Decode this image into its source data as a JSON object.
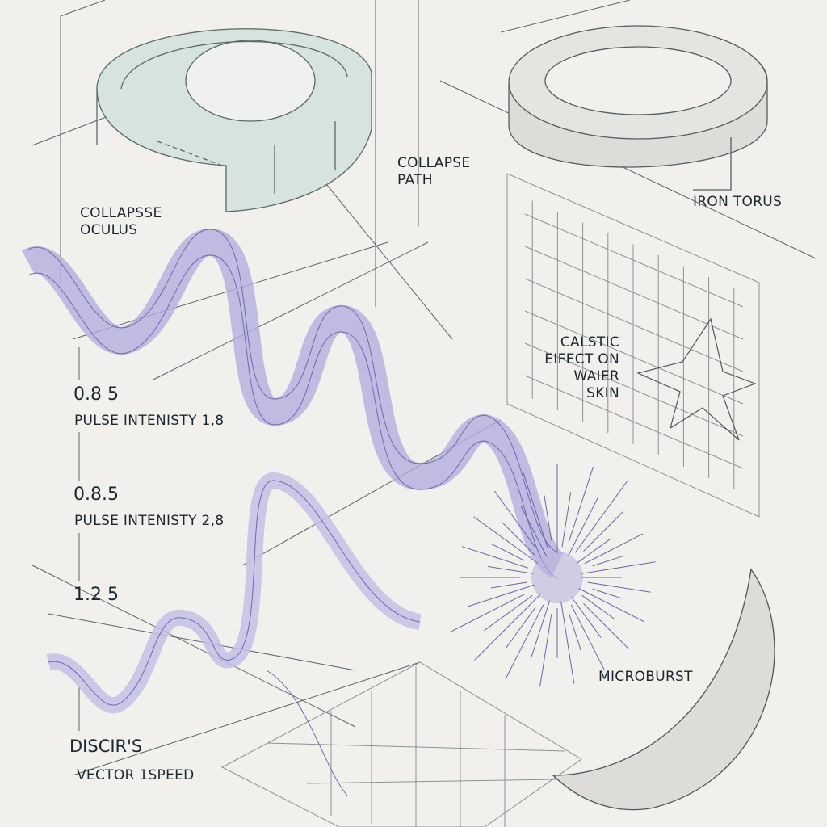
{
  "labels": {
    "collapse_path": [
      "COLLAPSE",
      "PATH"
    ],
    "collapse_oculus": [
      "COLLAPSSE",
      "OCULUS"
    ],
    "iron_torus": "IRON TORUS",
    "caustic": [
      "CALSTIC",
      "EIFECT ON",
      "WAIER SKIN"
    ],
    "microburst": "MICROBURST",
    "discir": "DISCIR'S",
    "vector_speed": "VECTOR 1SPEED"
  },
  "readouts": [
    {
      "value": "0.8 5",
      "caption": "PULSE INTENISTY 1,8"
    },
    {
      "value": "0.8.5",
      "caption": "PULSE INTENISTY 2,8"
    },
    {
      "value": "1.2 5",
      "caption": ""
    }
  ],
  "colors": {
    "paper": "#f1f0ec",
    "ink": "#3a4448",
    "ribbon": "#8b86c9",
    "oculus": "#d6e3de",
    "torus": "#dcdcd8"
  }
}
